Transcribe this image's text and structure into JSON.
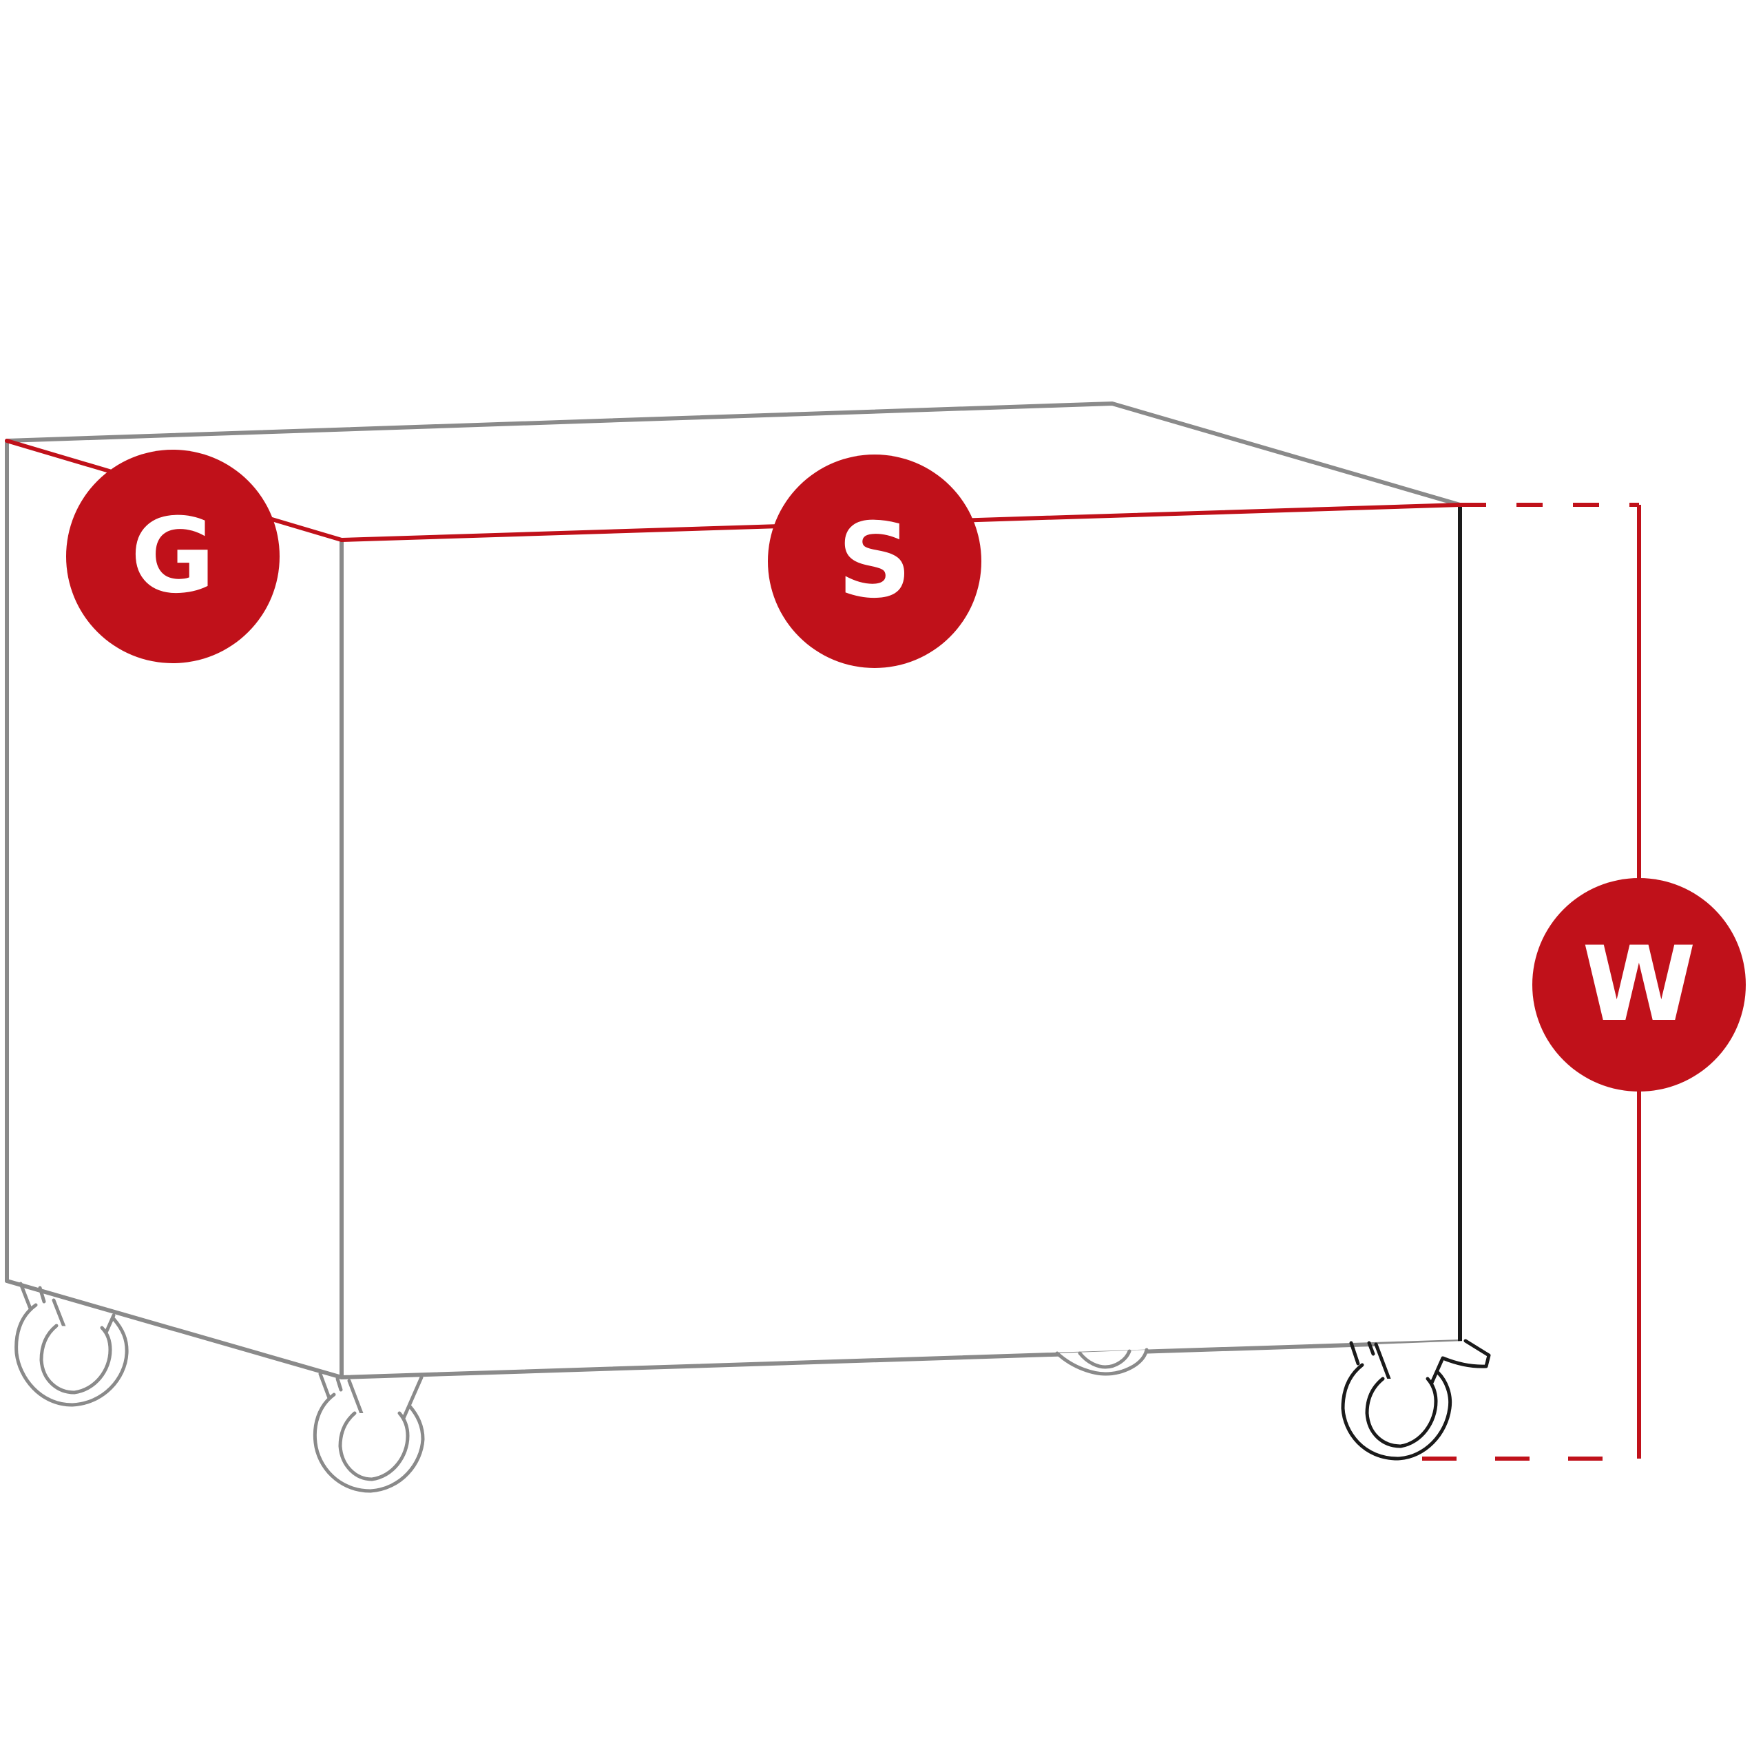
{
  "colors": {
    "accent_red": "#c0111a",
    "outline_grey": "#8a8a8a",
    "outline_black": "#1a1a1a",
    "badge_text": "#ffffff",
    "background": "#ffffff"
  },
  "badges": {
    "depth": "G",
    "width": "S",
    "height": "W"
  }
}
